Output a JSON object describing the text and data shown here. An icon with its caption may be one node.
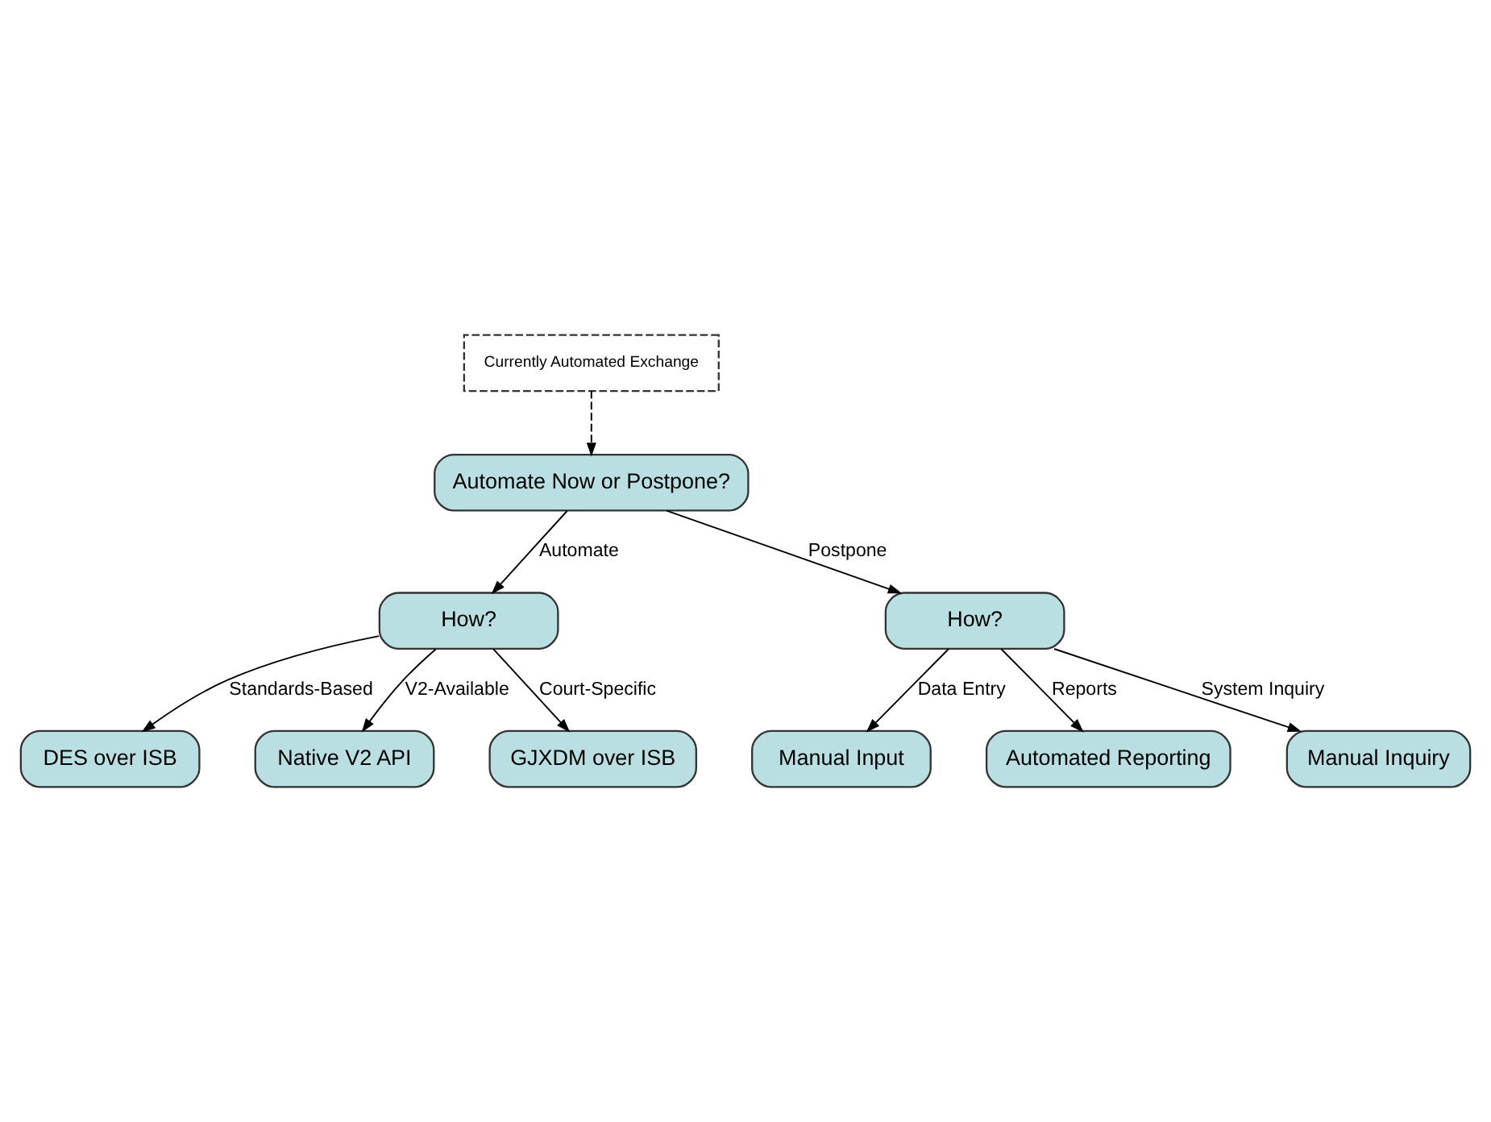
{
  "diagram": {
    "nodes": [
      {
        "text": [
          "Currently Automated Exchange"
        ]
      },
      {
        "text": [
          "Automate Now or Postpone?"
        ]
      },
      {
        "text": [
          "How?"
        ]
      },
      {
        "text": [
          "How?"
        ]
      },
      {
        "text": [
          "DES over ISB"
        ]
      },
      {
        "text": [
          "Native V2 API"
        ]
      },
      {
        "text": [
          "GJXDM over ISB"
        ]
      },
      {
        "text": [
          "Manual Input"
        ]
      },
      {
        "text": [
          "Automated Reporting"
        ]
      },
      {
        "text": [
          "Manual Inquiry"
        ]
      }
    ],
    "edges": [
      {
        "from": 0,
        "to": 1,
        "arrow": "to",
        "style": "dashed"
      },
      {
        "from": 1,
        "to": 2,
        "arrow": "to",
        "label": "Automate"
      },
      {
        "from": 1,
        "to": 3,
        "arrow": "to",
        "label": "Postpone"
      },
      {
        "from": 2,
        "to": 4,
        "arrow": "to",
        "label": "Standards-Based"
      },
      {
        "from": 2,
        "to": 6,
        "arrow": "to",
        "label": "Court-Specific"
      },
      {
        "from": 2,
        "to": 5,
        "arrow": "to",
        "label": "V2-Available"
      },
      {
        "from": 3,
        "to": 7,
        "arrow": "to",
        "label": "Data Entry"
      },
      {
        "from": 3,
        "to": 9,
        "arrow": "to",
        "label": "System Inquiry"
      },
      {
        "from": 3,
        "to": 8,
        "arrow": "to",
        "label": "Reports"
      }
    ]
  }
}
